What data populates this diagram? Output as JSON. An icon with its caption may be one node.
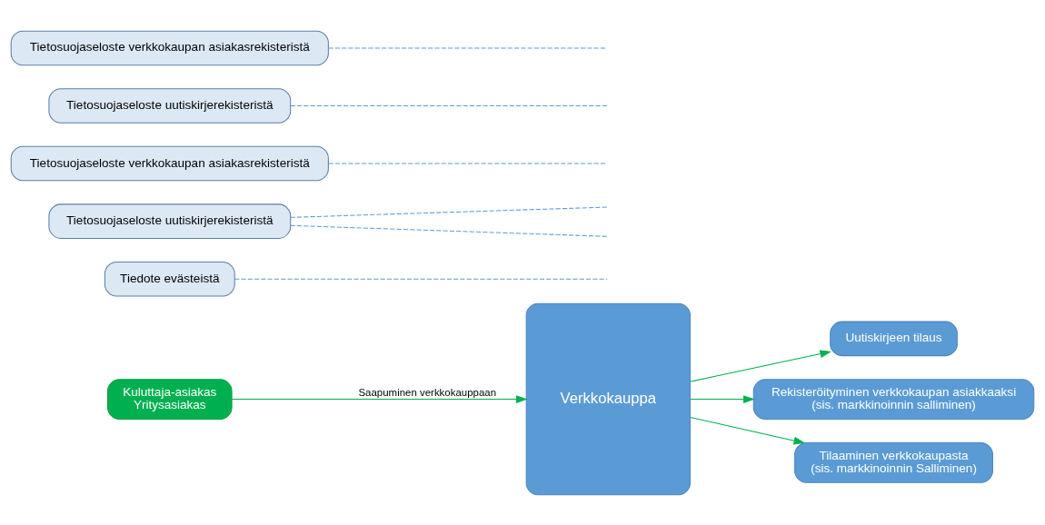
{
  "diagram": {
    "nodes": [
      {
        "text": [
          "Kuluttaja-asiakas",
          "Yritysasiakas"
        ]
      },
      {
        "text": [
          "Verkkokauppa"
        ]
      },
      {
        "text": [
          "Tiedote evästeistä"
        ]
      },
      {
        "text": [
          "Tietosuojaseloste uutiskirjerekisteristä"
        ]
      },
      {
        "text": [
          "Tietosuojaseloste verkkokaupan asiakasrekisteristä"
        ]
      },
      {
        "text": [
          "Uutiskirjeen tilaus"
        ]
      },
      {
        "text": [
          "Rekisteröityminen verkkokaupan asiakkaaksi",
          "(sis. markkinoinnin salliminen)"
        ]
      },
      {
        "text": [
          "Tilaaminen verkkokaupasta",
          "(sis. markkinoinnin Salliminen)"
        ]
      },
      {
        "text": [
          "Tietosuojaseloste uutiskirjerekisteristä"
        ]
      },
      {
        "text": [
          "Tietosuojaseloste verkkokaupan asiakasrekisteristä"
        ]
      }
    ],
    "edges": [
      {
        "from": 0,
        "to": 1,
        "arrow": "to",
        "label": "Saapuminen verkkokauppaan",
        "color": "#00b050"
      },
      {
        "from": 1,
        "to": 5,
        "arrow": "to",
        "color": "#00b050"
      },
      {
        "from": 1,
        "to": 6,
        "arrow": "to",
        "color": "#00b050"
      },
      {
        "from": 1,
        "to": 7,
        "arrow": "to",
        "color": "#00b050"
      },
      {
        "from": 2,
        "to": null,
        "arrow": "none",
        "style": "dashed"
      },
      {
        "from": 3,
        "to": null,
        "arrow": "none",
        "style": "dashed"
      },
      {
        "from": 3,
        "to": null,
        "arrow": "none",
        "style": "dashed"
      },
      {
        "from": 4,
        "to": null,
        "arrow": "none",
        "style": "dashed"
      },
      {
        "from": 8,
        "to": null,
        "arrow": "none",
        "style": "dashed"
      },
      {
        "from": 9,
        "to": null,
        "arrow": "none",
        "style": "dashed"
      }
    ]
  }
}
